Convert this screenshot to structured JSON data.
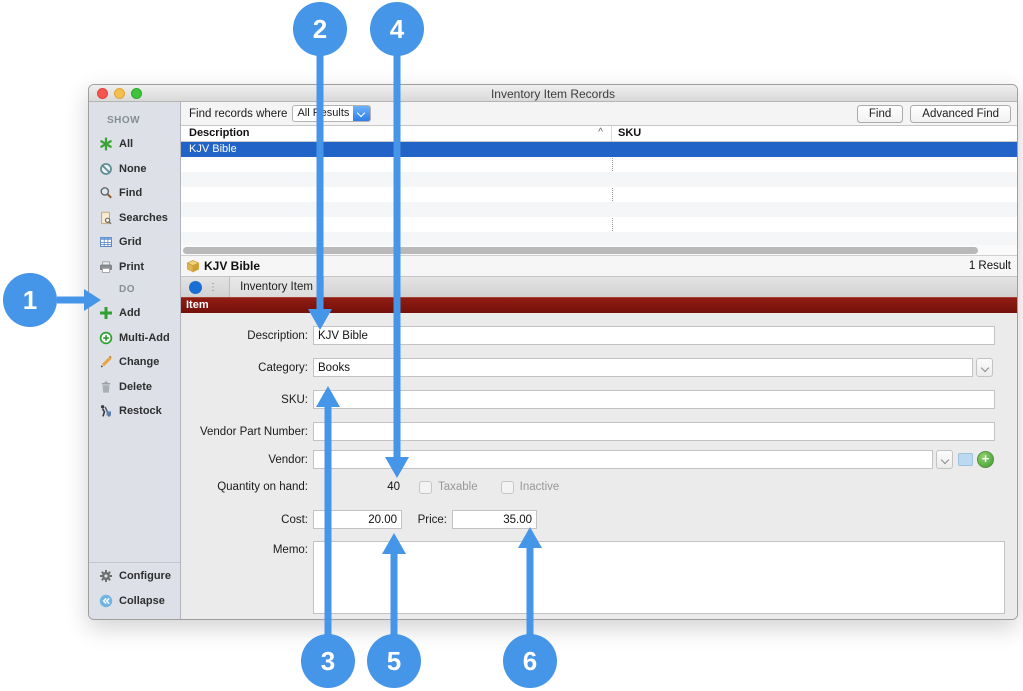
{
  "window": {
    "title": "Inventory Item Records"
  },
  "sidebar": {
    "show_header": "SHOW",
    "show_items": [
      {
        "label": "All",
        "icon": "asterisk-icon"
      },
      {
        "label": "None",
        "icon": "none-icon"
      },
      {
        "label": "Find",
        "icon": "magnifier-icon"
      },
      {
        "label": "Searches",
        "icon": "searches-icon"
      },
      {
        "label": "Grid",
        "icon": "grid-icon"
      },
      {
        "label": "Print",
        "icon": "printer-icon"
      }
    ],
    "do_header": "DO",
    "do_items": [
      {
        "label": "Add",
        "icon": "plus-icon"
      },
      {
        "label": "Multi-Add",
        "icon": "circle-plus-icon"
      },
      {
        "label": "Change",
        "icon": "pencil-icon"
      },
      {
        "label": "Delete",
        "icon": "trash-icon"
      },
      {
        "label": "Restock",
        "icon": "restock-icon"
      }
    ],
    "footer_items": [
      {
        "label": "Configure",
        "icon": "gear-icon"
      },
      {
        "label": "Collapse",
        "icon": "collapse-icon"
      }
    ]
  },
  "find_bar": {
    "label": "Find records where",
    "filter_value": "All Results",
    "find_button": "Find",
    "advanced_find_button": "Advanced Find"
  },
  "table": {
    "columns": {
      "description": "Description",
      "sku": "SKU"
    },
    "sort_indicator": "^",
    "selected_row": {
      "description": "KJV Bible"
    }
  },
  "detail": {
    "record_title": "KJV Bible",
    "result_count": "1 Result",
    "tab_label": "Inventory Item",
    "section_header": "Item"
  },
  "form": {
    "description": {
      "label": "Description:",
      "value": "KJV Bible"
    },
    "category": {
      "label": "Category:",
      "value": "Books"
    },
    "sku": {
      "label": "SKU:",
      "value": ""
    },
    "vendor_part_number": {
      "label": "Vendor Part Number:",
      "value": ""
    },
    "vendor": {
      "label": "Vendor:",
      "value": ""
    },
    "quantity": {
      "label": "Quantity on hand:",
      "value": "40"
    },
    "taxable": {
      "label": "Taxable",
      "checked": false
    },
    "inactive": {
      "label": "Inactive",
      "checked": false
    },
    "cost": {
      "label": "Cost:",
      "value": "20.00"
    },
    "price": {
      "label": "Price:",
      "value": "35.00"
    },
    "memo": {
      "label": "Memo:",
      "value": ""
    }
  },
  "callouts": [
    {
      "number": "1"
    },
    {
      "number": "2"
    },
    {
      "number": "3"
    },
    {
      "number": "4"
    },
    {
      "number": "5"
    },
    {
      "number": "6"
    }
  ],
  "colors": {
    "callout_blue": "#4595e8",
    "selection_blue": "#2263c8",
    "item_bar_maroon": "#7e150d",
    "sidebar_gray": "#dde1e7",
    "form_gray": "#ebebeb",
    "dropdown_blue": "#2f7de8"
  }
}
